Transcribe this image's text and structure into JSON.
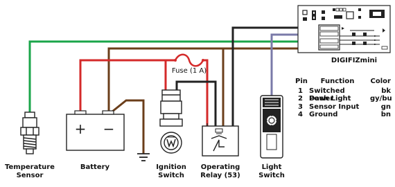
{
  "device": {
    "name": "DIGIFIZmini"
  },
  "fuse": {
    "label": "Fuse (1 A)"
  },
  "components": {
    "temperature_sensor": {
      "line1": "Temperature",
      "line2": "Sensor"
    },
    "battery": {
      "label": "Battery",
      "plus": "+",
      "minus": "−"
    },
    "ignition_switch": {
      "line1": "Ignition",
      "line2": "Switch"
    },
    "operating_relay": {
      "line1": "Operating",
      "line2": "Relay (53)"
    },
    "light_switch": {
      "line1": "Light",
      "line2": "Switch"
    }
  },
  "pin_table": {
    "headers": {
      "pin": "Pin",
      "function": "Function",
      "color": "Color"
    },
    "rows": [
      {
        "pin": "1",
        "function": "Switched Power",
        "color": "bk"
      },
      {
        "pin": "2",
        "function": "Dash Light",
        "color": "gy/bu"
      },
      {
        "pin": "3",
        "function": "Sensor Input",
        "color": "gn"
      },
      {
        "pin": "4",
        "function": "Ground",
        "color": "bn"
      }
    ]
  },
  "wire_colors": {
    "switched_power": "#222222",
    "dash_light": "#7a7aa8",
    "sensor_input": "#1aa54a",
    "ground": "#6b3e1a",
    "battery_positive": "#d42a2a"
  }
}
